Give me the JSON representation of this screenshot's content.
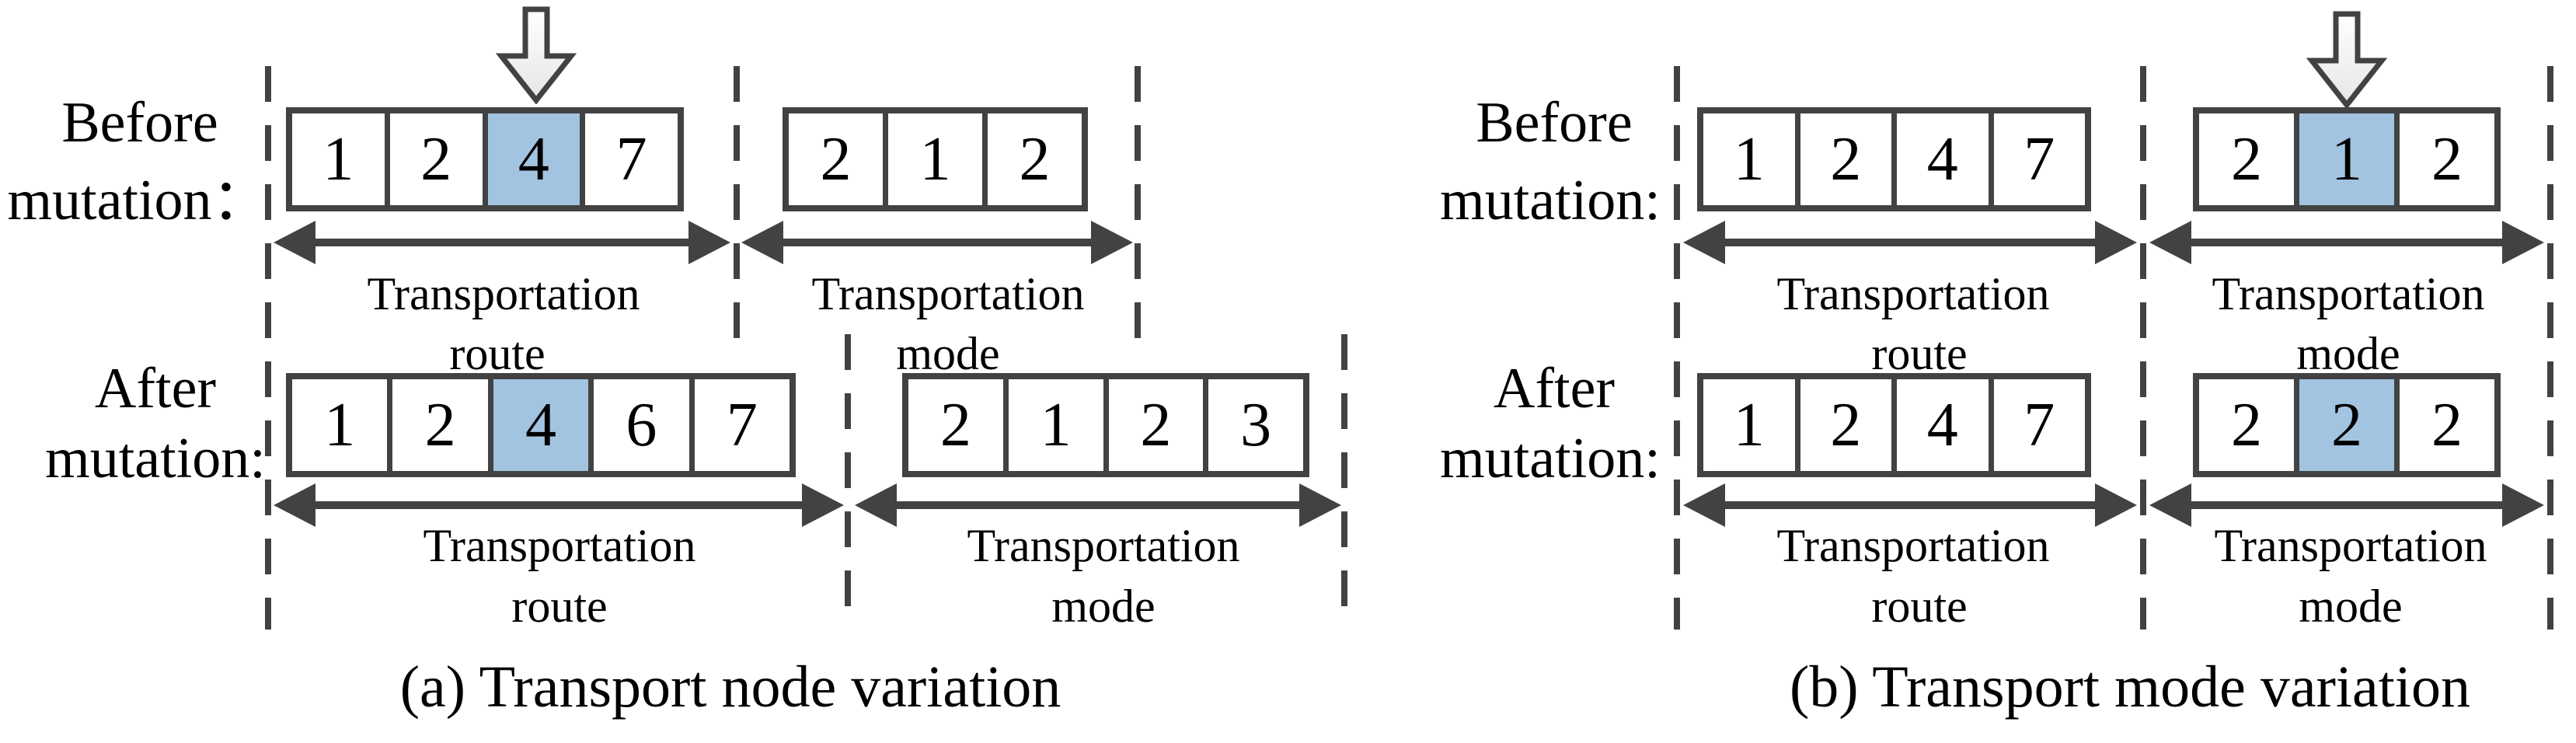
{
  "colors": {
    "line": "#424242",
    "highlight_fill": "#a2c4e0",
    "background": "#ffffff"
  },
  "icons": {
    "mutation_pointer": "down-block-arrow-icon"
  },
  "panels": [
    {
      "caption": "(a) Transport node variation",
      "rows": [
        {
          "name": "before",
          "label": {
            "line1": "Before",
            "line2": "mutation："
          },
          "segments": [
            {
              "name": "transportation-route",
              "cells": [
                "1",
                "2",
                "4",
                "7"
              ],
              "highlighted_cell_index": 2,
              "has_pointer_arrow": true,
              "label": {
                "line1": "Transportation",
                "line2": "route"
              }
            },
            {
              "name": "transportation-mode",
              "cells": [
                "2",
                "1",
                "2"
              ],
              "highlighted_cell_index": null,
              "has_pointer_arrow": false,
              "label": {
                "line1": "Transportation",
                "line2": "mode"
              }
            }
          ]
        },
        {
          "name": "after",
          "label": {
            "line1": "After",
            "line2": "mutation:"
          },
          "segments": [
            {
              "name": "transportation-route",
              "cells": [
                "1",
                "2",
                "4",
                "6",
                "7"
              ],
              "highlighted_cell_index": 2,
              "has_pointer_arrow": false,
              "label": {
                "line1": "Transportation",
                "line2": "route"
              }
            },
            {
              "name": "transportation-mode",
              "cells": [
                "2",
                "1",
                "2",
                "3"
              ],
              "highlighted_cell_index": null,
              "has_pointer_arrow": false,
              "label": {
                "line1": "Transportation",
                "line2": "mode"
              }
            }
          ]
        }
      ]
    },
    {
      "caption": "(b) Transport mode variation",
      "rows": [
        {
          "name": "before",
          "label": {
            "line1": "Before",
            "line2": "mutation:"
          },
          "segments": [
            {
              "name": "transportation-route",
              "cells": [
                "1",
                "2",
                "4",
                "7"
              ],
              "highlighted_cell_index": null,
              "has_pointer_arrow": false,
              "label": {
                "line1": "Transportation",
                "line2": "route"
              }
            },
            {
              "name": "transportation-mode",
              "cells": [
                "2",
                "1",
                "2"
              ],
              "highlighted_cell_index": 1,
              "has_pointer_arrow": true,
              "label": {
                "line1": "Transportation",
                "line2": "mode"
              }
            }
          ]
        },
        {
          "name": "after",
          "label": {
            "line1": "After",
            "line2": "mutation:"
          },
          "segments": [
            {
              "name": "transportation-route",
              "cells": [
                "1",
                "2",
                "4",
                "7"
              ],
              "highlighted_cell_index": null,
              "has_pointer_arrow": false,
              "label": {
                "line1": "Transportation",
                "line2": "route"
              }
            },
            {
              "name": "transportation-mode",
              "cells": [
                "2",
                "2",
                "2"
              ],
              "highlighted_cell_index": 1,
              "has_pointer_arrow": false,
              "label": {
                "line1": "Transportation",
                "line2": "mode"
              }
            }
          ]
        }
      ]
    }
  ]
}
